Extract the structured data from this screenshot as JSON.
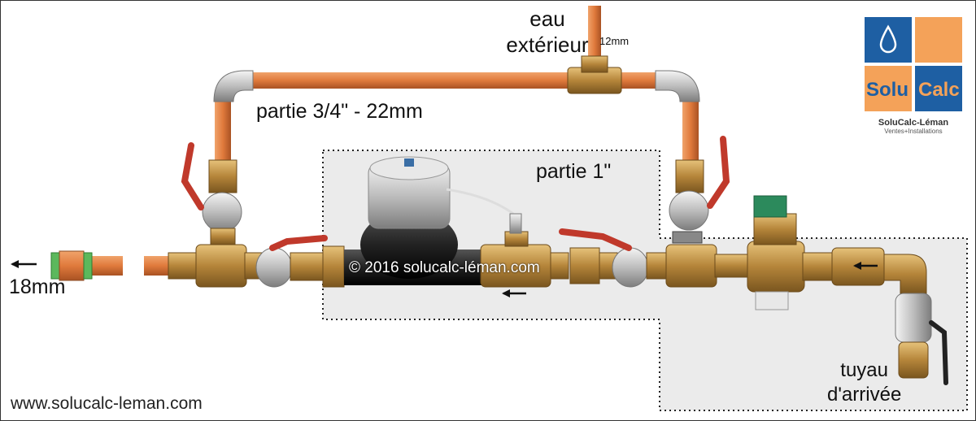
{
  "labels": {
    "eau_exterieur_line1": "eau",
    "eau_exterieur_line2": "extérieur",
    "pipe_12mm": "12mm",
    "part_22mm": "partie 3/4\" - 22mm",
    "part_1in": "partie 1\"",
    "outlet_18mm": "18mm",
    "inlet_line1": "tuyau",
    "inlet_line2": "d'arrivée",
    "website": "www.solucalc-leman.com",
    "copyright": "© 2016 solucalc-léman.com"
  },
  "logo": {
    "part1": "Solu",
    "part2": "Calc",
    "company": "SoluCalc-Léman",
    "tagline": "Ventes+Installations"
  },
  "colors": {
    "copper": "#d9824a",
    "brass": "#b98a3e",
    "chrome": "#c9c9c9",
    "valve_handle": "#c0392b",
    "zone_fill": "#ebebeb",
    "logo_blue": "#1e5fa3",
    "logo_orange": "#f4a259"
  }
}
